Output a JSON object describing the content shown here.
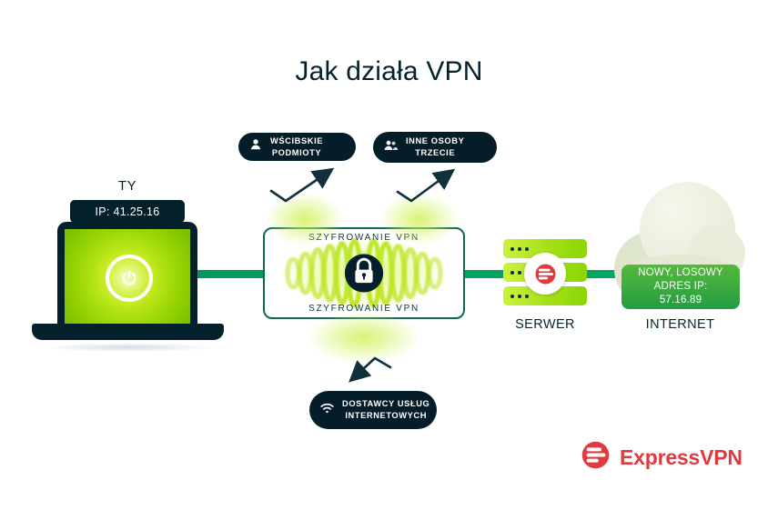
{
  "title": "Jak działa VPN",
  "you": {
    "label": "TY",
    "ip_badge": "IP: 41.25.16"
  },
  "tunnel": {
    "label_top": "SZYFROWANIE VPN",
    "label_bottom": "SZYFROWANIE VPN"
  },
  "badges": [
    {
      "name": "snooping-parties",
      "icon": "person-icon",
      "line1": "WŚCIBSKIE",
      "line2": "PODMIOTY"
    },
    {
      "name": "other-third-parties",
      "icon": "people-icon",
      "line1": "INNE OSOBY",
      "line2": "TRZECIE"
    },
    {
      "name": "internet-providers",
      "icon": "wifi-icon",
      "line1": "DOSTAWCY USŁUG",
      "line2": "INTERNETOWYCH"
    }
  ],
  "server": {
    "label": "SERWER"
  },
  "internet": {
    "label": "INTERNET",
    "new_ip": {
      "line1": "NOWY, LOSOWY",
      "line2": "ADRES IP:",
      "line3": "57.16.89"
    }
  },
  "brand": {
    "name": "ExpressVPN"
  },
  "colors": {
    "navy": "#04202b",
    "lime": "#bde625",
    "connection_green": "#00a15f",
    "ip_badge_green": "#2ea43c",
    "brand_red": "#e0393e"
  }
}
